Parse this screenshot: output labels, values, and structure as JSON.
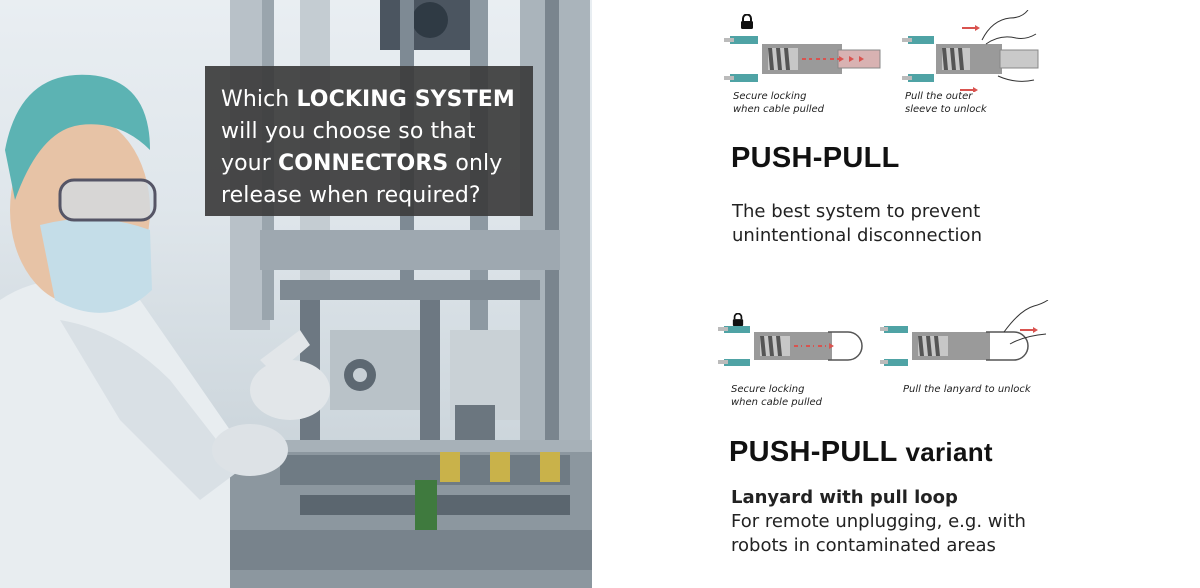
{
  "question": {
    "part1": "Which ",
    "bold1": "LOCKING SYSTEM",
    "part2": "will you choose so that your ",
    "bold2": "CONNECTORS",
    "part3": " only release when required?"
  },
  "push_pull": {
    "caption_locked": "Secure locking\nwhen cable pulled",
    "caption_unlock": "Pull the outer\nsleeve to unlock",
    "heading": "PUSH-PULL",
    "description": "The best system to prevent unintentional disconnection"
  },
  "push_pull_variant": {
    "caption_locked": "Secure locking\nwhen cable pulled",
    "caption_unlock": "Pull the lanyard to unlock",
    "heading": "PUSH-PULL",
    "heading_suffix": "variant",
    "subheading": "Lanyard with pull loop",
    "description": "For remote unplugging, e.g. with robots in contaminated areas"
  },
  "colors": {
    "accent_teal": "#4fa3a5",
    "arrow_red": "#d9534f",
    "box_bg": "#3c3c3c"
  }
}
